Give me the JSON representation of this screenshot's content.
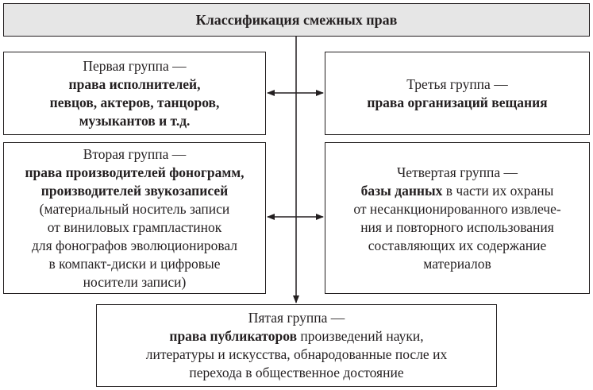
{
  "title": "Классификация смежных прав",
  "group1": {
    "lines": [
      "Первая группа —"
    ],
    "bold_lines": [
      "права исполнителей,",
      "певцов, актеров, танцоров,",
      "музыкантов и т.д."
    ]
  },
  "group2": {
    "line1": "Вторая группа —",
    "bold1": "права производителей фонограмм,",
    "bold2": "производителей звукозаписей",
    "note": [
      "(материальный носитель записи",
      "от виниловых грампластинок",
      "для фонографов эволюционировал",
      "в компакт-диски и цифровые",
      "носители записи)"
    ]
  },
  "group3": {
    "line1": "Третья группа —",
    "bold1": "права организаций вещания"
  },
  "group4": {
    "line1": "Четвертая группа —",
    "bold_part": "базы данных",
    "rest_of_line2": " в части их охраны",
    "lines": [
      "от несанкционированного извлече-",
      "ния и повторного использования",
      "составляющих их содержание",
      "материалов"
    ]
  },
  "group5": {
    "line1": "Пятая группа —",
    "bold_part": "права публикаторов",
    "rest_of_line2": " произведений науки,",
    "lines": [
      "литературы и искусства, обнародованные после их",
      "перехода в общественное достояние"
    ]
  }
}
